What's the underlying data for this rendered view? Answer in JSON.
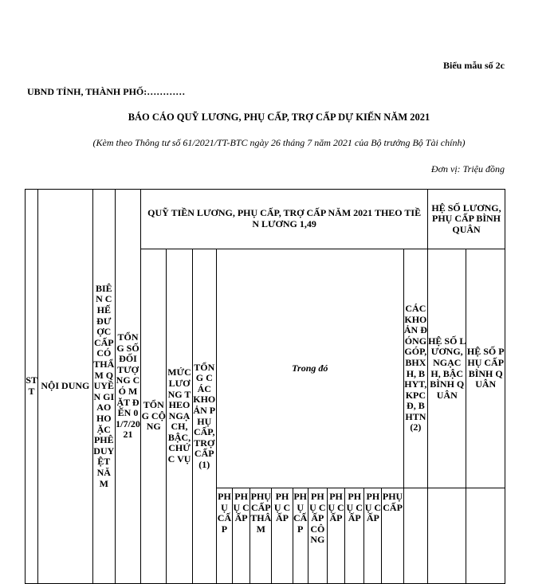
{
  "header": {
    "form_no": "Biểu mẫu số 2c",
    "org_line": "UBND TỈNH, THÀNH PHỐ:…………",
    "title": "BÁO CÁO QUỸ LƯƠNG, PHỤ CẤP, TRỢ CẤP DỰ KIẾN NĂM 2021",
    "subtitle": "(Kèm theo Thông tư số 61/2021/TT-BTC ngày 26 tháng 7 năm 2021 của Bộ trưởng Bộ Tài chính)",
    "unit": "Đơn vị: Triệu đồng"
  },
  "table": {
    "stt": "STT",
    "content": "NỘI DUNG",
    "staff_quota": "BIÊN CHẾ ĐƯỢC CẤP CÓ THẨM QUYỀN GIAO HOẶC PHÊ DUYỆT NĂM",
    "total_present": "TỔNG SỐ ĐỐI TƯỢNG CÓ MẶT ĐẾN 01/7/2021",
    "fund_group": "QUỸ TIỀN LƯƠNG, PHỤ CẤP, TRỢ CẤP NĂM 2021 THEO TIỀN LƯƠNG 1,49",
    "coef_group": "HỆ SỐ LƯƠNG, PHỤ CẤP BÌNH QUÂN",
    "total": "TỔNG CỘNG",
    "salary_rank": "MỨC LƯƠNG THEO NGẠCH, BẬC, CHỨC VỤ",
    "total_allowance": "TỔNG CÁC KHOẢN PHỤ CẤP, TRỢ CẤP (1)",
    "of_which": "Trong đó",
    "contributions": "CÁC KHOẢN ĐÓNG GÓP, BHXH, BHYT, KPCĐ, BHTN (2)",
    "coef_salary": "HỆ SỐ LƯƠNG, NGẠCH, BẬC BÌNH QUÂN",
    "coef_allowance": "HỆ SỐ PHỤ CẤP BÌNH QUÂN",
    "sub_cols": [
      "PHỤ CẤP",
      "PHỤ CẤP",
      "PHỤ CẤP THÂM",
      "PHỤ CẤP",
      "PHỤ CẤP",
      "PHỤ CẤP CÔNG",
      "PHỤ CẤP",
      "PHỤ CẤP",
      "PHỤ CẤP",
      "PHỤ CẤP"
    ]
  }
}
